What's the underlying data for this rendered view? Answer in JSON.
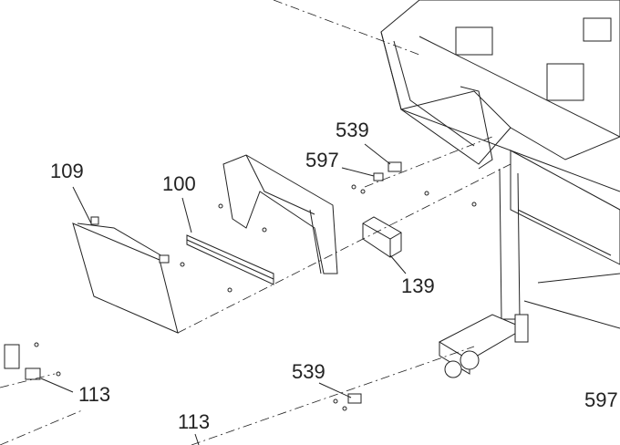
{
  "diagram": {
    "callouts": [
      {
        "id": "539-upper",
        "text": "539"
      },
      {
        "id": "597-upper",
        "text": "597"
      },
      {
        "id": "109",
        "text": "109"
      },
      {
        "id": "100",
        "text": "100"
      },
      {
        "id": "139",
        "text": "139"
      },
      {
        "id": "113-left",
        "text": "113"
      },
      {
        "id": "539-lower",
        "text": "539"
      },
      {
        "id": "113-bottom",
        "text": "113"
      },
      {
        "id": "597-right",
        "text": "597"
      }
    ]
  }
}
